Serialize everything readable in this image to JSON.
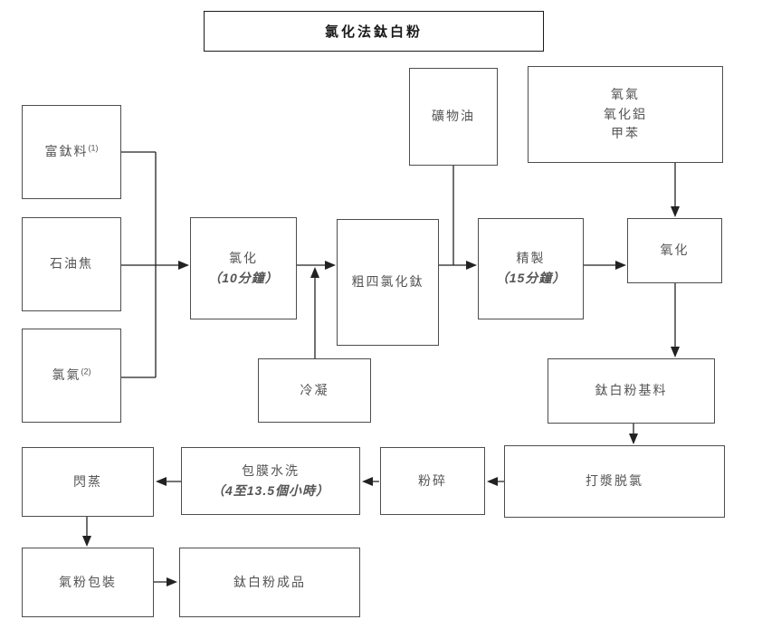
{
  "title": "氯化法鈦白粉",
  "nodes": {
    "rich_ti": {
      "label": "富鈦料",
      "sup": "(1)"
    },
    "pet_coke": {
      "label": "石油焦"
    },
    "chlorine": {
      "label": "氯氣",
      "sup": "(2)"
    },
    "chlorination": {
      "label": "氯化",
      "sub": "（10分鐘）"
    },
    "crude_ticl4": {
      "label": "粗四氯化鈦"
    },
    "mineral_oil": {
      "label": "礦物油"
    },
    "condensation": {
      "label": "冷凝"
    },
    "refining": {
      "label": "精製",
      "sub": "（15分鐘）"
    },
    "oxygen_mix": {
      "lines": [
        "氧氣",
        "氧化鋁",
        "甲苯"
      ]
    },
    "oxidation": {
      "label": "氧化"
    },
    "base_material": {
      "label": "鈦白粉基料"
    },
    "slurry_dechlor": {
      "label": "打漿脱氯"
    },
    "milling": {
      "label": "粉碎"
    },
    "coating_wash": {
      "label": "包膜水洗",
      "sub": "（4至13.5個小時）"
    },
    "flash_evap": {
      "label": "閃蒸"
    },
    "packaging": {
      "label": "氣粉包裝"
    },
    "finished": {
      "label": "鈦白粉成品"
    }
  },
  "colors": {
    "border": "#4d4d4d",
    "line": "#222222",
    "text": "#555555",
    "title": "#1a1a1a",
    "bg": "#ffffff"
  }
}
